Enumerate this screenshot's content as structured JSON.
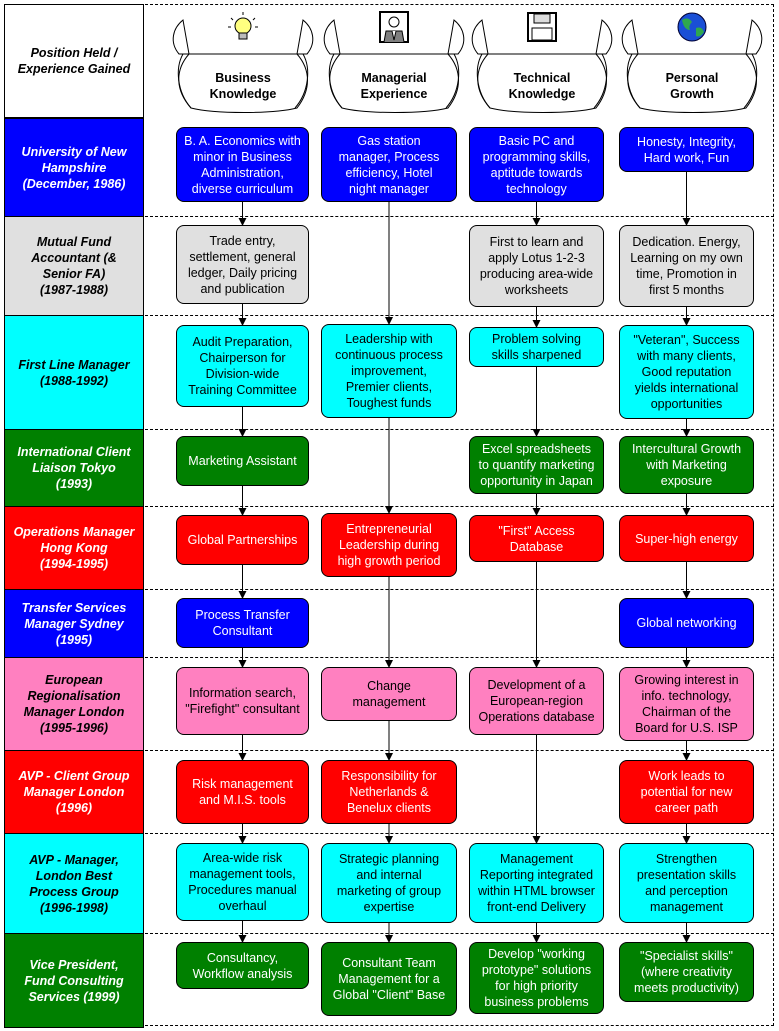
{
  "header": {
    "corner_label": "Position Held /\nExperience Gained",
    "columns": [
      {
        "label": "Business\nKnowledge",
        "icon": "lightbulb-icon"
      },
      {
        "label": "Managerial\nExperience",
        "icon": "manager-portrait-icon"
      },
      {
        "label": "Technical\nKnowledge",
        "icon": "floppy-disk-icon"
      },
      {
        "label": "Personal\nGrowth",
        "icon": "globe-icon"
      }
    ]
  },
  "colors": {
    "blue": "#0000ff",
    "grey": "#e0e0e0",
    "cyan": "#00ffff",
    "green": "#008000",
    "red": "#ff0000",
    "pink": "#ff80c0"
  },
  "rows": [
    {
      "position": "University of New\nHampshire\n(December, 1986)",
      "color": "blue",
      "cells": [
        "B. A. Economics with\nminor in Business\nAdministration,\ndiverse curriculum",
        "Gas station\nmanager, Process\nefficiency, Hotel\nnight manager",
        "Basic PC and\nprogramming skills,\naptitude towards\ntechnology",
        "Honesty, Integrity,\nHard work, Fun"
      ]
    },
    {
      "position": "Mutual Fund\nAccountant (&\nSenior FA)\n(1987-1988)",
      "color": "grey",
      "cells": [
        "Trade entry,\nsettlement, general\nledger, Daily pricing\nand publication",
        null,
        "First to learn and\napply Lotus 1-2-3\nproducing area-wide\nworksheets",
        "Dedication. Energy,\nLearning on my own\ntime, Promotion in\nfirst 5 months"
      ]
    },
    {
      "position": "First Line Manager\n(1988-1992)",
      "color": "cyan",
      "cells": [
        "Audit Preparation,\nChairperson for\nDivision-wide\nTraining Committee",
        "Leadership with\ncontinuous process\nimprovement,\nPremier clients,\nToughest funds",
        "Problem solving\nskills sharpened",
        "\"Veteran\", Success\nwith many clients,\nGood reputation\nyields international\nopportunities"
      ]
    },
    {
      "position": "International Client\nLiaison Tokyo\n(1993)",
      "color": "green",
      "cells": [
        "Marketing Assistant",
        null,
        "Excel spreadsheets\nto quantify marketing\nopportunity in Japan",
        "Intercultural Growth\nwith Marketing\nexposure"
      ]
    },
    {
      "position": "Operations Manager\nHong Kong\n(1994-1995)",
      "color": "red",
      "cells": [
        "Global Partnerships",
        "Entrepreneurial\nLeadership during\nhigh growth period",
        "\"First\" Access\nDatabase",
        "Super-high energy"
      ]
    },
    {
      "position": "Transfer Services\nManager Sydney\n(1995)",
      "color": "blue",
      "cells": [
        "Process Transfer\nConsultant",
        null,
        null,
        "Global networking"
      ]
    },
    {
      "position": "European\nRegionalisation\nManager London\n(1995-1996)",
      "color": "pink",
      "cells": [
        "Information search,\n\"Firefight\" consultant",
        "Change\nmanagement",
        "Development of a\nEuropean-region\nOperations database",
        "Growing interest in\ninfo. technology,\nChairman of the\nBoard for U.S. ISP"
      ]
    },
    {
      "position": "AVP - Client Group\nManager London\n(1996)",
      "color": "red",
      "cells": [
        "Risk management\nand M.I.S. tools",
        "Responsibility for\nNetherlands &\nBenelux clients",
        null,
        "Work leads to\npotential for new\ncareer path"
      ]
    },
    {
      "position": "AVP - Manager,\nLondon Best\nProcess Group\n(1996-1998)",
      "color": "cyan",
      "cells": [
        "Area-wide risk\nmanagement tools,\nProcedures manual\noverhaul",
        "Strategic planning\nand internal\nmarketing of group\nexpertise",
        "Management\nReporting integrated\nwithin HTML browser\nfront-end Delivery",
        "Strengthen\npresentation skills\nand perception\nmanagement"
      ]
    },
    {
      "position": "Vice President,\nFund Consulting\nServices (1999)",
      "color": "green",
      "cells": [
        "Consultancy,\nWorkflow analysis",
        "Consultant Team\nManagement for a\nGlobal \"Client\" Base",
        "Develop \"working\nprototype\" solutions\nfor high priority\nbusiness problems",
        "\"Specialist skills\"\n(where creativity\nmeets productivity)"
      ]
    }
  ]
}
